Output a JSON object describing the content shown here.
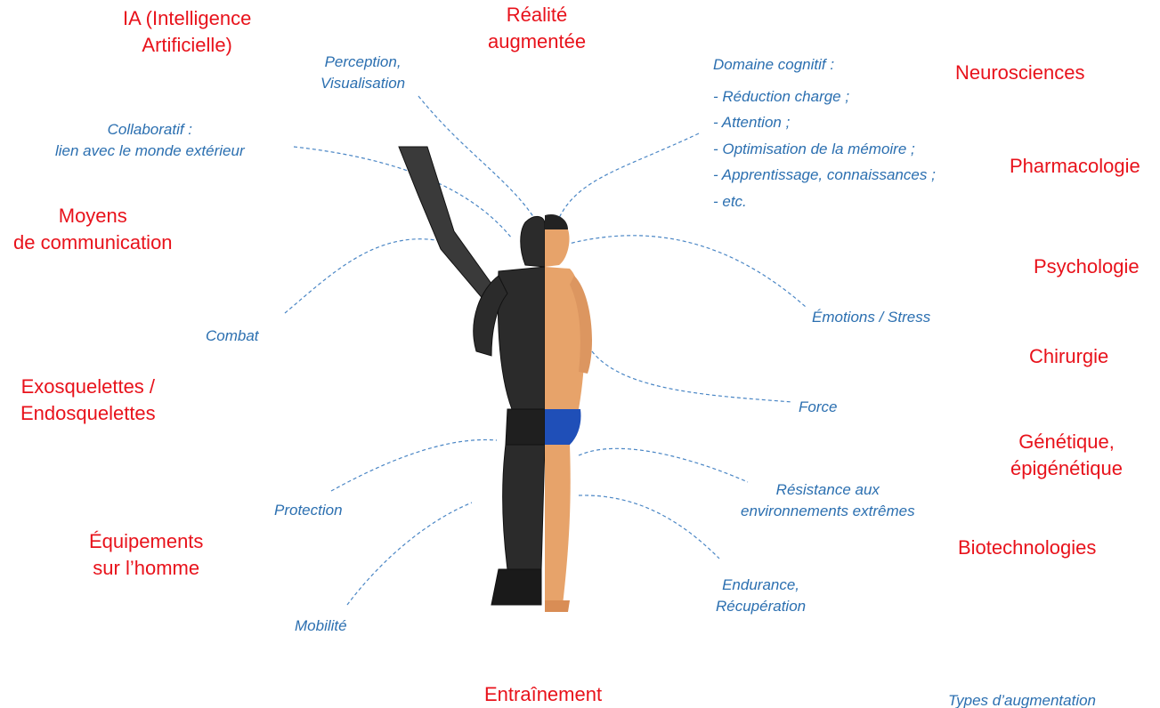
{
  "colors": {
    "domain_red": "#e8121b",
    "augmentation_blue": "#2b6fb0",
    "connector": "#4a86c5",
    "robot_dark": "#2b2b2b",
    "skin": "#e7a36a",
    "briefs": "#1f4fb8"
  },
  "domains": {
    "ia": [
      "IA (Intelligence",
      "Artificielle)"
    ],
    "realite": [
      "Réalité",
      "augmentée"
    ],
    "neurosciences": [
      "Neurosciences"
    ],
    "moyens": [
      "Moyens",
      "de communication"
    ],
    "pharmacologie": [
      "Pharmacologie"
    ],
    "psychologie": [
      "Psychologie"
    ],
    "chirurgie": [
      "Chirurgie"
    ],
    "exosquelettes": [
      "Exosquelettes /",
      "Endosquelettes"
    ],
    "genetique": [
      "Génétique,",
      "épigénétique"
    ],
    "biotechnologies": [
      "Biotechnologies"
    ],
    "equipements": [
      "Équipements",
      "sur l’homme"
    ],
    "entrainement": [
      "Entraînement"
    ]
  },
  "augmentations": {
    "perception": [
      "Perception,",
      "Visualisation"
    ],
    "collaboratif": [
      "Collaboratif :",
      "lien avec le monde extérieur"
    ],
    "cognitif_title": "Domaine cognitif :",
    "cognitif_items": [
      "- Réduction charge ;",
      "- Attention ;",
      "- Optimisation de la mémoire ;",
      "- Apprentissage, connaissances ;",
      "- etc."
    ],
    "combat": "Combat",
    "emotions": "Émotions / Stress",
    "force": "Force",
    "protection": "Protection",
    "resistance": [
      "Résistance aux",
      "environnements extrêmes"
    ],
    "endurance": [
      "Endurance,",
      "Récupération"
    ],
    "mobilite": "Mobilité"
  },
  "legend": {
    "caption": "Types d’augmentation"
  }
}
